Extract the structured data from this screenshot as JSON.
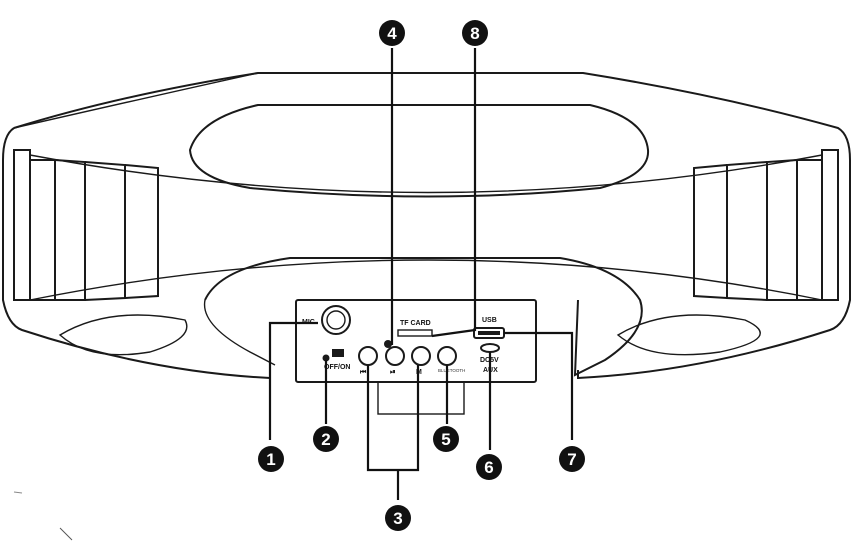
{
  "panel": {
    "mic_label": "MIC",
    "switch_label": "OFF/ON",
    "tf_card_label": "TF CARD",
    "usb_label": "USB",
    "dc_label": "DC5V",
    "aux_label": "AUX",
    "prev_glyph": "⏮",
    "play_glyph": "⏯",
    "mode_label": "M",
    "small_label": "BLUETOOTH"
  },
  "callouts": [
    {
      "id": "1",
      "label": "1"
    },
    {
      "id": "2",
      "label": "2"
    },
    {
      "id": "3",
      "label": "3"
    },
    {
      "id": "4",
      "label": "4"
    },
    {
      "id": "5",
      "label": "5"
    },
    {
      "id": "6",
      "label": "6"
    },
    {
      "id": "7",
      "label": "7"
    },
    {
      "id": "8",
      "label": "8"
    }
  ]
}
